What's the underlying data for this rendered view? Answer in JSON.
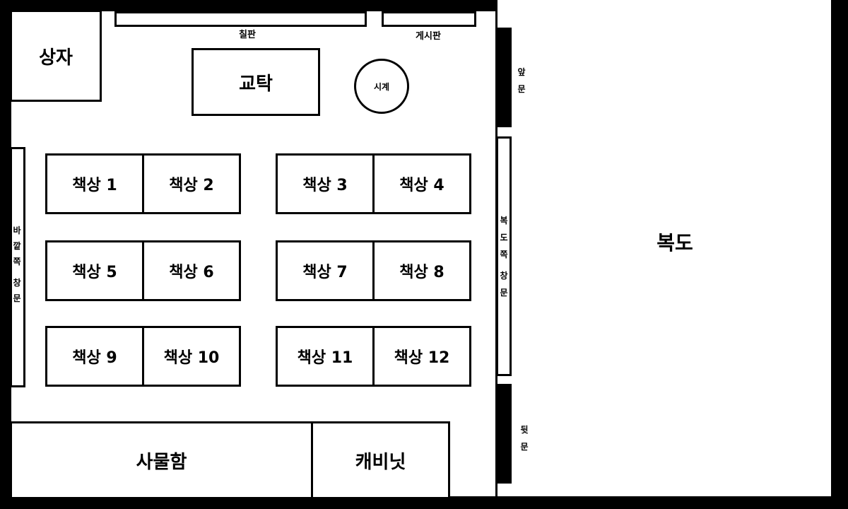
{
  "colors": {
    "background": "#000000",
    "paper": "#ffffff",
    "ink": "#000000"
  },
  "classroom": {
    "storage_box": "상자",
    "blackboard": "칠판",
    "bulletin_board": "게시판",
    "teacher_desk": "교탁",
    "clock": "시계",
    "desks": [
      "책상 1",
      "책상 2",
      "책상 3",
      "책상 4",
      "책상 5",
      "책상 6",
      "책상 7",
      "책상 8",
      "책상 9",
      "책상 10",
      "책상 11",
      "책상 12"
    ],
    "locker": "사물함",
    "cabinet": "캐비닛",
    "outer_window": [
      "바",
      "깥",
      "쪽",
      "",
      "창",
      "문"
    ],
    "hallway_window": [
      "복",
      "도",
      "쪽",
      "",
      "창",
      "문"
    ],
    "front_door": [
      "앞",
      "문"
    ],
    "back_door": [
      "뒷",
      "문"
    ]
  },
  "hallway": {
    "label": "복도"
  }
}
